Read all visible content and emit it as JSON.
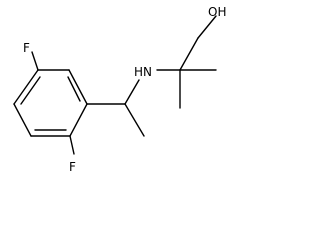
{
  "molecule": {
    "atoms": [
      {
        "id": "fluorine_top",
        "label": "F"
      },
      {
        "id": "fluorine_bottom",
        "label": "F"
      },
      {
        "id": "amine",
        "label": "HN"
      },
      {
        "id": "hydroxyl",
        "label": "OH"
      }
    ]
  }
}
